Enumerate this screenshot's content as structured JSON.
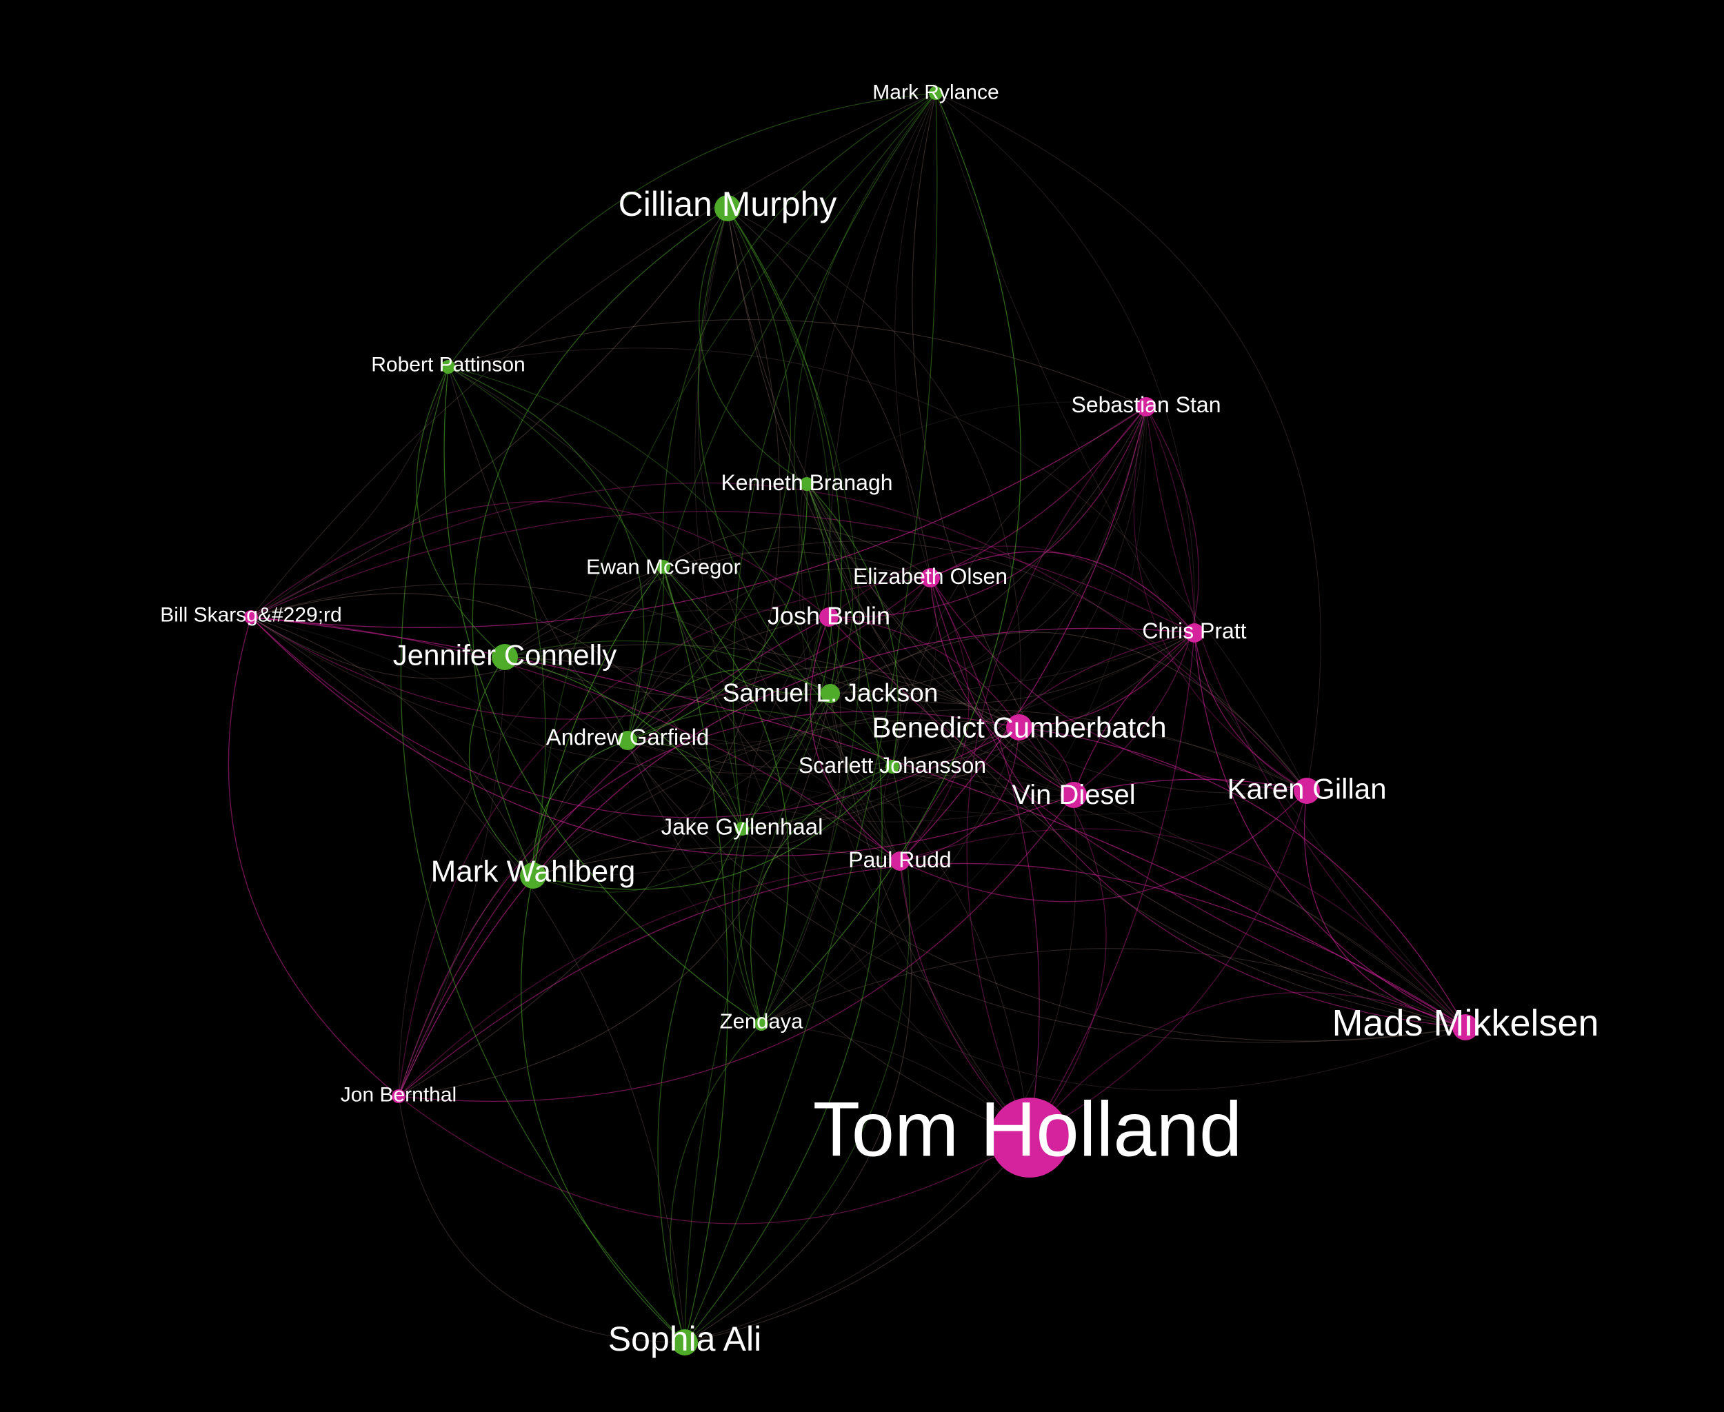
{
  "colors": {
    "background": "#000000",
    "green": "#4fac2a",
    "magenta": "#d4239c",
    "label": "#ffffff",
    "edge_neutral": "#8a6f6a"
  },
  "nodes": [
    {
      "id": "tom-holland",
      "label": "Tom Holland",
      "group": "magenta",
      "size": 5
    },
    {
      "id": "mads-mikkelsen",
      "label": "Mads Mikkelsen",
      "group": "magenta",
      "size": 3
    },
    {
      "id": "karen-gillan",
      "label": "Karen Gillan",
      "group": "magenta",
      "size": 3
    },
    {
      "id": "vin-diesel",
      "label": "Vin Diesel",
      "group": "magenta",
      "size": 3
    },
    {
      "id": "benedict-cumberbatch",
      "label": "Benedict Cumberbatch",
      "group": "magenta",
      "size": 3
    },
    {
      "id": "chris-pratt",
      "label": "Chris Pratt",
      "group": "magenta",
      "size": 2
    },
    {
      "id": "sebastian-stan",
      "label": "Sebastian Stan",
      "group": "magenta",
      "size": 2
    },
    {
      "id": "elizabeth-olsen",
      "label": "Elizabeth Olsen",
      "group": "magenta",
      "size": 2
    },
    {
      "id": "josh-brolin",
      "label": "Josh Brolin",
      "group": "magenta",
      "size": 2
    },
    {
      "id": "paul-rudd",
      "label": "Paul Rudd",
      "group": "magenta",
      "size": 2
    },
    {
      "id": "jon-bernthal",
      "label": "Jon Bernthal",
      "group": "magenta",
      "size": 1
    },
    {
      "id": "bill-skarsgard",
      "label": "Bill Skarsg&#229;rd",
      "group": "magenta",
      "size": 1
    },
    {
      "id": "cillian-murphy",
      "label": "Cillian Murphy",
      "group": "green",
      "size": 3
    },
    {
      "id": "mark-rylance",
      "label": "Mark Rylance",
      "group": "green",
      "size": 1
    },
    {
      "id": "robert-pattinson",
      "label": "Robert Pattinson",
      "group": "green",
      "size": 1
    },
    {
      "id": "kenneth-branagh",
      "label": "Kenneth Branagh",
      "group": "green",
      "size": 1
    },
    {
      "id": "ewan-mcgregor",
      "label": "Ewan McGregor",
      "group": "green",
      "size": 1
    },
    {
      "id": "jennifer-connelly",
      "label": "Jennifer Connelly",
      "group": "green",
      "size": 3
    },
    {
      "id": "samuel-l-jackson",
      "label": "Samuel L. Jackson",
      "group": "green",
      "size": 2
    },
    {
      "id": "andrew-garfield",
      "label": "Andrew Garfield",
      "group": "green",
      "size": 2
    },
    {
      "id": "scarlett-johansson",
      "label": "Scarlett Johansson",
      "group": "green",
      "size": 1
    },
    {
      "id": "jake-gyllenhaal",
      "label": "Jake Gyllenhaal",
      "group": "green",
      "size": 1
    },
    {
      "id": "mark-wahlberg",
      "label": "Mark Wahlberg",
      "group": "green",
      "size": 3
    },
    {
      "id": "zendaya",
      "label": "Zendaya",
      "group": "green",
      "size": 1
    },
    {
      "id": "sophia-ali",
      "label": "Sophia Ali",
      "group": "green",
      "size": 3
    }
  ]
}
